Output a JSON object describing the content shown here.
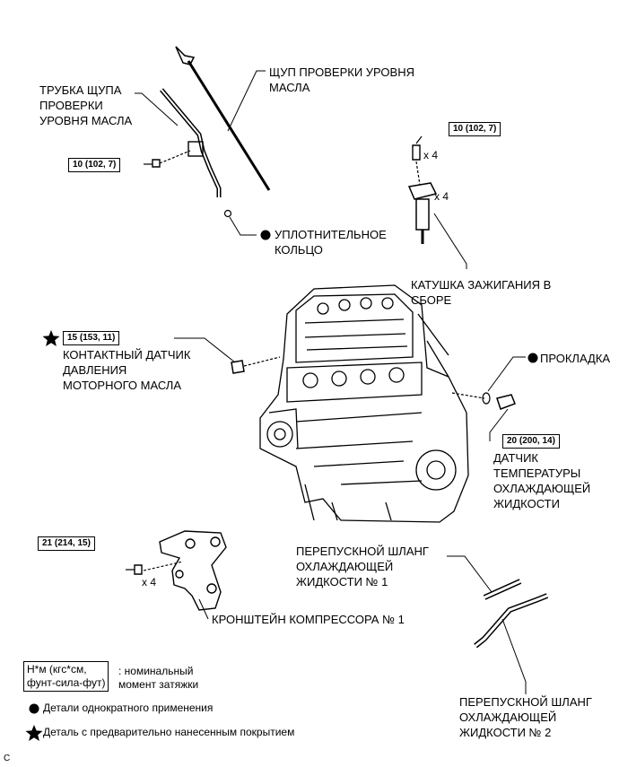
{
  "labels": {
    "dipstick": "ЩУП ПРОВЕРКИ УРОВНЯ\nМАСЛА",
    "dipstick_tube": "ТРУБКА ЩУПА\nПРОВЕРКИ\nУРОВНЯ МАСЛА",
    "o_ring": "УПЛОТНИТЕЛЬНОЕ\nКОЛЬЦО",
    "ignition_coil": "КАТУШКА ЗАЖИГАНИЯ В\nСБОРЕ",
    "oil_pressure_switch": "КОНТАКТНЫЙ ДАТЧИК\nДАВЛЕНИЯ\nМОТОРНОГО МАСЛА",
    "gasket": "ПРОКЛАДКА",
    "coolant_temp_sensor": "ДАТЧИК\nТЕМПЕРАТУРЫ\nОХЛАЖДАЮЩЕЙ\nЖИДКОСТИ",
    "bypass_hose_1": "ПЕРЕПУСКНОЙ ШЛАНГ\nОХЛАЖДАЮЩЕЙ\nЖИДКОСТИ № 1",
    "bypass_hose_2": "ПЕРЕПУСКНОЙ ШЛАНГ\nОХЛАЖДАЮЩЕЙ\nЖИДКОСТИ № 2",
    "compressor_bracket": "КРОНШТЕЙН КОМПРЕССОРА № 1"
  },
  "torques": {
    "dipstick_tube": "10 (102, 7)",
    "ignition_coil": "10 (102, 7)",
    "oil_pressure_switch": "15 (153, 11)",
    "coolant_temp_sensor": "20 (200, 14)",
    "compressor_bracket": "21 (214, 15)"
  },
  "quantities": {
    "coil_bolts": "x 4",
    "coils": "x 4",
    "bracket_bolts": "x 4"
  },
  "legend": {
    "torque_unit": "Н*м (кгс*см,\nфунт-сила-фут)",
    "torque_desc": ": номинальный\nмомент затяжки",
    "non_reusable": "Детали однократного применения",
    "precoated": "Деталь с предварительно нанесенным покрытием"
  },
  "corner_code": "C"
}
